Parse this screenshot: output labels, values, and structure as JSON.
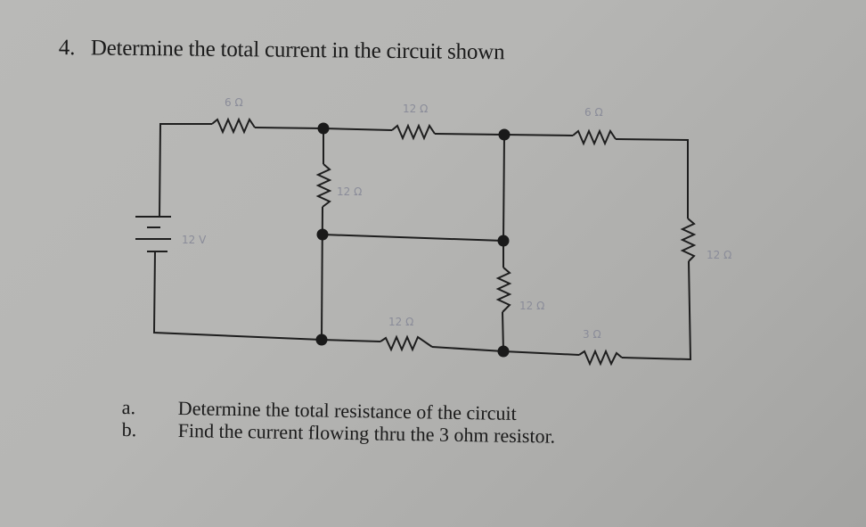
{
  "question": {
    "number": "4.",
    "text": "Determine the total current in the circuit shown"
  },
  "circuit": {
    "source": {
      "label": "12 V",
      "value_volts": 12
    },
    "resistors": [
      {
        "id": "R1",
        "label": "6 Ω",
        "ohms": 6,
        "position": "top-left series"
      },
      {
        "id": "R2",
        "label": "12 Ω",
        "ohms": 12,
        "position": "top-middle series"
      },
      {
        "id": "R3",
        "label": "6 Ω",
        "ohms": 6,
        "position": "top-right series"
      },
      {
        "id": "R4",
        "label": "12 Ω",
        "ohms": 12,
        "position": "left vertical branch"
      },
      {
        "id": "R5",
        "label": "12 Ω",
        "ohms": 12,
        "position": "bottom-middle series"
      },
      {
        "id": "R6",
        "label": "12 Ω",
        "ohms": 12,
        "position": "middle vertical branch"
      },
      {
        "id": "R7",
        "label": "12 Ω",
        "ohms": 12,
        "position": "right vertical"
      },
      {
        "id": "R8",
        "label": "3 Ω",
        "ohms": 3,
        "position": "bottom-right series"
      }
    ]
  },
  "subquestions": [
    {
      "label": "a.",
      "text": "Determine the total resistance of the circuit"
    },
    {
      "label": "b.",
      "text": "Find the current flowing thru the 3 ohm resistor."
    }
  ]
}
